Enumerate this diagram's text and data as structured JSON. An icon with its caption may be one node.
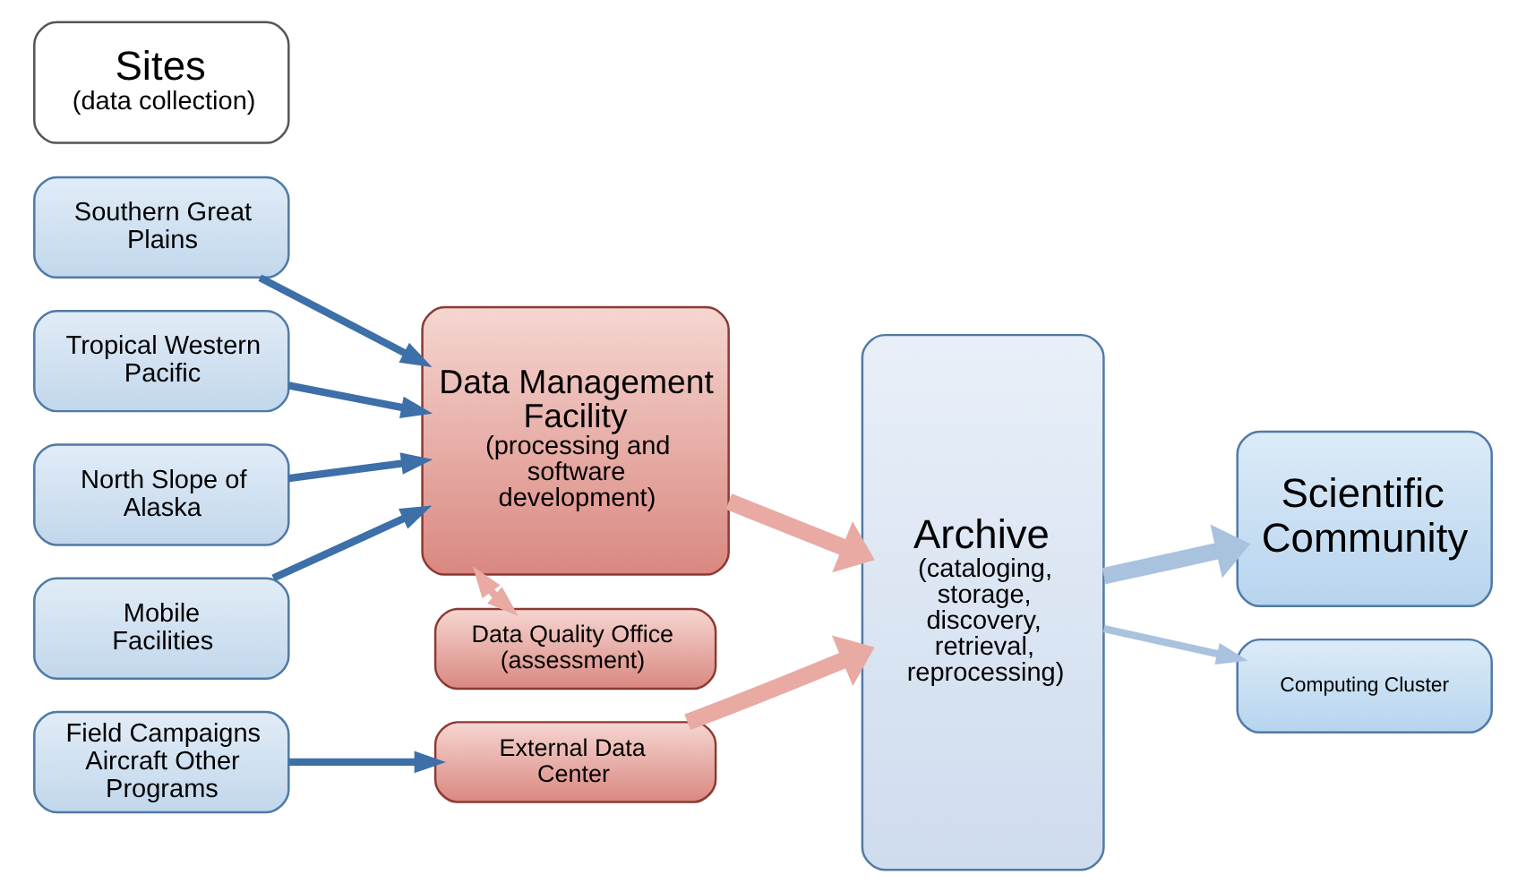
{
  "diagram": {
    "nodes": [
      {
        "text": [
          "Sites",
          "(data collection)"
        ]
      },
      {
        "text": [
          "Southern Great Plains"
        ]
      },
      {
        "text": [
          "Tropical Western Pacific"
        ]
      },
      {
        "text": [
          "North Slope of Alaska"
        ]
      },
      {
        "text": [
          "Mobile Facilities"
        ]
      },
      {
        "text": [
          "Field Campaigns Aircraft Other Programs"
        ]
      },
      {
        "text": [
          "Data Management Facility",
          "(processing and software development)"
        ]
      },
      {
        "text": [
          "Data Quality Office",
          "(assessment)"
        ]
      },
      {
        "text": [
          "External Data Center"
        ]
      },
      {
        "text": [
          "Archive",
          "(cataloging, storage, discovery, retrieval, reprocessing)"
        ]
      },
      {
        "text": [
          "Scientific Community"
        ]
      },
      {
        "text": [
          "Computing Cluster"
        ]
      }
    ],
    "edges": [
      {
        "from": 1,
        "to": 6,
        "arrow": "to"
      },
      {
        "from": 2,
        "to": 6,
        "arrow": "to"
      },
      {
        "from": 3,
        "to": 6,
        "arrow": "to"
      },
      {
        "from": 4,
        "to": 6,
        "arrow": "to"
      },
      {
        "from": 5,
        "to": 8,
        "arrow": "to"
      },
      {
        "from": 6,
        "to": 9,
        "arrow": "to",
        "style": "thick",
        "color": "#e8aaa2"
      },
      {
        "from": 6,
        "to": 7,
        "arrow": "both",
        "color": "#e8aaa2"
      },
      {
        "from": 8,
        "to": 9,
        "arrow": "to",
        "style": "thick",
        "color": "#e8aaa2"
      },
      {
        "from": 9,
        "to": 10,
        "arrow": "to",
        "style": "thick",
        "color": "#a9c2de"
      },
      {
        "from": 9,
        "to": 11,
        "arrow": "to",
        "color": "#a9c2de"
      }
    ]
  }
}
